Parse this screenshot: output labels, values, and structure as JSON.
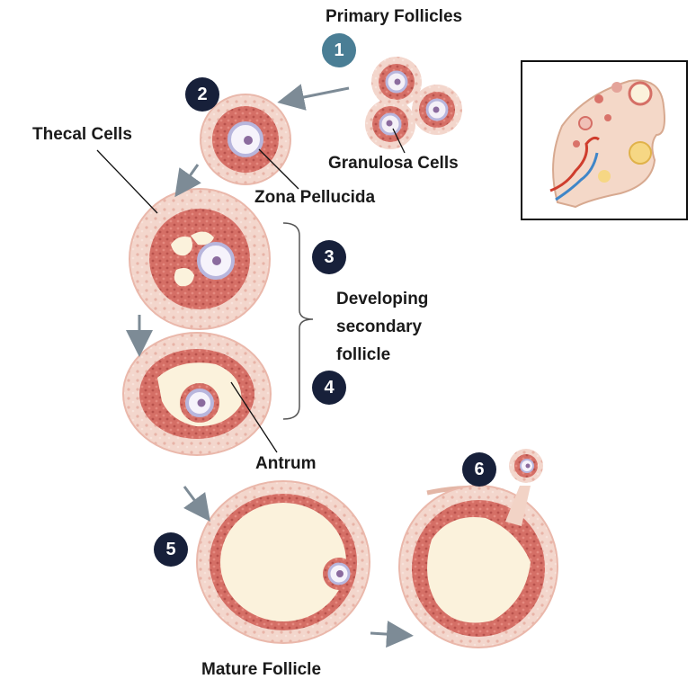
{
  "labels": {
    "primary_follicles": "Primary Follicles",
    "granulosa_cells": "Granulosa Cells",
    "thecal_cells": "Thecal Cells",
    "zona_pellucida": "Zona Pellucida",
    "developing_secondary_follicle": [
      "Developing",
      "secondary",
      "follicle"
    ],
    "antrum": "Antrum",
    "mature_follicle": "Mature Follicle"
  },
  "steps": [
    "1",
    "2",
    "3",
    "4",
    "5",
    "6"
  ],
  "colors": {
    "badge_dark": "#17203a",
    "badge_accent": "#4a7e95",
    "granulosa_red": "#d9736a",
    "theca_pink": "#f1cdc4",
    "antrum_fluid": "#fbf2dc",
    "zona_lavender": "#b8b6dd",
    "arrow_grey": "#7d8b96"
  },
  "icons": [
    "arrow-icon",
    "bracket-icon"
  ]
}
